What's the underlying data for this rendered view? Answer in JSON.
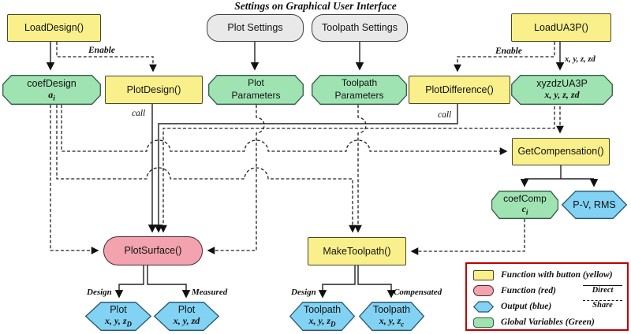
{
  "title": "Settings on Graphical User Interface",
  "nodes": {
    "load_design": {
      "label": "LoadDesign()"
    },
    "plot_settings": {
      "label": "Plot Settings"
    },
    "toolpath_settings": {
      "label": "Toolpath Settings"
    },
    "load_ua3p": {
      "label": "LoadUA3P()"
    },
    "coef_design": {
      "label": "coefDesign",
      "math": "a",
      "sub": "i"
    },
    "plot_design": {
      "label": "PlotDesign()"
    },
    "plot_parameters": {
      "line1": "Plot",
      "line2": "Parameters"
    },
    "toolpath_parameters": {
      "line1": "Toolpath",
      "line2": "Parameters"
    },
    "plot_difference": {
      "label": "PlotDifference()"
    },
    "xyzdz_ua3p": {
      "label": "xyzdzUA3P",
      "math": "x, y, z, zd",
      "sub": ""
    },
    "get_compensation": {
      "label": "GetCompensation()"
    },
    "coef_comp": {
      "label": "coefComp",
      "math": "c",
      "sub": "i"
    },
    "pv_rms": {
      "label": "P-V, RMS"
    },
    "plot_surface": {
      "label": "PlotSurface()"
    },
    "make_toolpath": {
      "label": "MakeToolpath()"
    },
    "plot_out_design": {
      "label": "Plot",
      "math": "x, y, z",
      "sub": "D"
    },
    "plot_out_measured": {
      "label": "Plot",
      "math": "x, y, zd",
      "sub": ""
    },
    "toolpath_out_design": {
      "label": "Toolpath",
      "math": "x, y, z",
      "sub": "D"
    },
    "toolpath_out_comp": {
      "label": "Toolpath",
      "math": "x, y, z",
      "sub": "c"
    }
  },
  "edge_labels": {
    "enable_left": "Enable",
    "enable_right": "Enable",
    "xyzzd": "x, y, z, zd",
    "call_left": "call",
    "call_right": "call",
    "design_left": "Design",
    "measured": "Measured",
    "design_right": "Design",
    "compensated": "Compensated"
  },
  "legend": {
    "items": [
      {
        "swatch": "yellow-rect",
        "label": "Function with button (yellow)"
      },
      {
        "swatch": "red-pill",
        "label": "Function (red)"
      },
      {
        "swatch": "blue-hexagon",
        "label": "Output (blue)"
      },
      {
        "swatch": "green-round",
        "label": "Global Variables (Green)"
      }
    ],
    "direct_label": "Direct",
    "share_label": "Share"
  },
  "colors": {
    "function_button_yellow": "#f9f08c",
    "global_variable_green": "#9fe3b2",
    "output_blue": "#82d2f3",
    "function_red": "#f2a3ad",
    "settings_gray": "#e9e9e9",
    "legend_border_red": "#c00000",
    "line_color": "#222222"
  }
}
